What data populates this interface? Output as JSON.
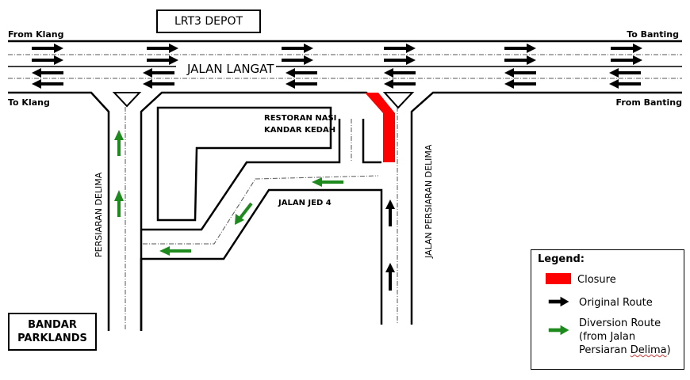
{
  "labels": {
    "depot": "LRT3 DEPOT",
    "from_klang": "From Klang",
    "to_klang": "To Klang",
    "to_banting": "To Banting",
    "from_banting": "From Banting",
    "jalan_langat": "JALAN LANGAT",
    "restoran_line1": "RESTORAN NASI",
    "restoran_line2": "KANDAR KEDAH",
    "jalan_jed4": "JALAN JED 4",
    "persiaran_delima": "PERSIARAN DELIMA",
    "jalan_persiaran_delima": "JALAN PERSIARAN DELIMA",
    "bandar_line1": "BANDAR",
    "bandar_line2": "PARKLANDS"
  },
  "legend": {
    "title": "Legend:",
    "items": [
      {
        "icon": "closure-swatch",
        "label": "Closure",
        "color": "#ff0000"
      },
      {
        "icon": "original-route-arrow",
        "label": "Original Route",
        "color": "#000000"
      },
      {
        "icon": "diversion-route-arrow",
        "label_line1": "Diversion Route",
        "label_line2": "(from Jalan",
        "label_line3_a": "Persiaran ",
        "label_line3_b": "Delima",
        "label_line3_c": ")",
        "color": "#1e8a1e"
      }
    ]
  },
  "colors": {
    "closure": "#ff0000",
    "original": "#000000",
    "diversion": "#1e8a1e"
  }
}
